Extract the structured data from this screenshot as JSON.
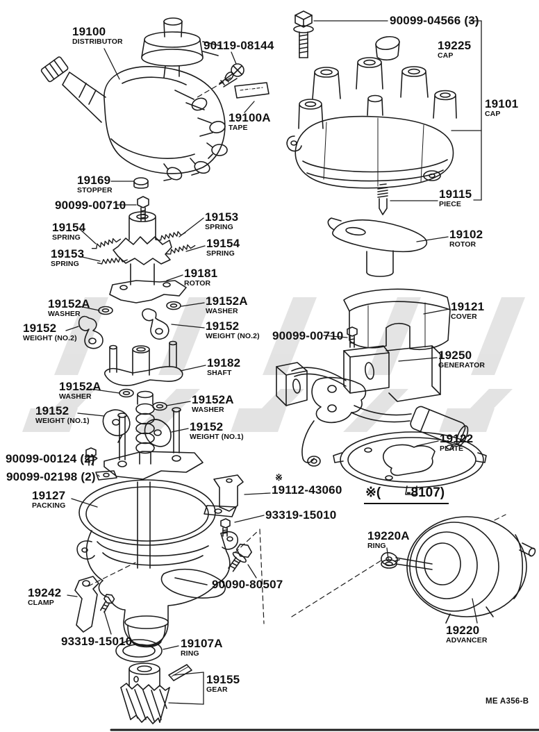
{
  "doc": {
    "footer_code": "ME A356-B",
    "note": "※(       -8107)",
    "note_marker": "※"
  },
  "labels": [
    {
      "id": "distributor",
      "num": "19100",
      "desc": "DISTRIBUTOR"
    },
    {
      "id": "screw-90119-08144",
      "num": "90119-08144",
      "desc": ""
    },
    {
      "id": "tape",
      "num": "19100A",
      "desc": "TAPE"
    },
    {
      "id": "bolt-90099-04566",
      "num": "90099-04566 (3)",
      "desc": ""
    },
    {
      "id": "cap-19225",
      "num": "19225",
      "desc": "CAP"
    },
    {
      "id": "cap-19101",
      "num": "19101",
      "desc": "CAP"
    },
    {
      "id": "piece-19115",
      "num": "19115",
      "desc": "PIECE"
    },
    {
      "id": "stopper-19169",
      "num": "19169",
      "desc": "STOPPER"
    },
    {
      "id": "screw-90099-00710-left",
      "num": "90099-00710",
      "desc": ""
    },
    {
      "id": "spring-19153-right",
      "num": "19153",
      "desc": "SPRING"
    },
    {
      "id": "spring-19154-left",
      "num": "19154",
      "desc": "SPRING"
    },
    {
      "id": "spring-19154-right",
      "num": "19154",
      "desc": "SPRING"
    },
    {
      "id": "spring-19153-left",
      "num": "19153",
      "desc": "SPRING"
    },
    {
      "id": "rotor-19181",
      "num": "19181",
      "desc": "ROTOR"
    },
    {
      "id": "washer-19152a-upper-left",
      "num": "19152A",
      "desc": "WASHER"
    },
    {
      "id": "washer-19152a-upper-right",
      "num": "19152A",
      "desc": "WASHER"
    },
    {
      "id": "weight-no2-left",
      "num": "19152",
      "desc": "WEIGHT (NO.2)"
    },
    {
      "id": "weight-no2-right",
      "num": "19152",
      "desc": "WEIGHT (NO.2)"
    },
    {
      "id": "screw-90099-00710-right",
      "num": "90099-00710",
      "desc": ""
    },
    {
      "id": "rotor-19102",
      "num": "19102",
      "desc": "ROTOR"
    },
    {
      "id": "cover-19121",
      "num": "19121",
      "desc": "COVER"
    },
    {
      "id": "generator-19250",
      "num": "19250",
      "desc": "GENERATOR"
    },
    {
      "id": "shaft-19182",
      "num": "19182",
      "desc": "SHAFT"
    },
    {
      "id": "washer-19152a-lower-left",
      "num": "19152A",
      "desc": "WASHER"
    },
    {
      "id": "weight-no1-left",
      "num": "19152",
      "desc": "WEIGHT (NO.1)"
    },
    {
      "id": "washer-19152a-lower-right",
      "num": "19152A",
      "desc": "WASHER"
    },
    {
      "id": "weight-no1-right",
      "num": "19152",
      "desc": "WEIGHT (NO.1)"
    },
    {
      "id": "bolt-90099-00124",
      "num": "90099-00124 (2)",
      "desc": ""
    },
    {
      "id": "plate-90099-02198",
      "num": "90099-02198 (2)",
      "desc": ""
    },
    {
      "id": "packing-19127",
      "num": "19127",
      "desc": "PACKING"
    },
    {
      "id": "bracket-19112-43060",
      "num": "19112-43060",
      "desc": ""
    },
    {
      "id": "bolt-93319-upper",
      "num": "93319-15010",
      "desc": ""
    },
    {
      "id": "plate-19122",
      "num": "19122",
      "desc": "PLATE"
    },
    {
      "id": "ring-19220a",
      "num": "19220A",
      "desc": "RING"
    },
    {
      "id": "screw-90090-80507",
      "num": "90090-80507",
      "desc": ""
    },
    {
      "id": "clamp-19242",
      "num": "19242",
      "desc": "CLAMP"
    },
    {
      "id": "bolt-93319-lower",
      "num": "93319-15010",
      "desc": ""
    },
    {
      "id": "ring-19107a",
      "num": "19107A",
      "desc": "RING"
    },
    {
      "id": "gear-19155",
      "num": "19155",
      "desc": "GEAR"
    },
    {
      "id": "advancer-19220",
      "num": "19220",
      "desc": "ADVANCER"
    }
  ]
}
